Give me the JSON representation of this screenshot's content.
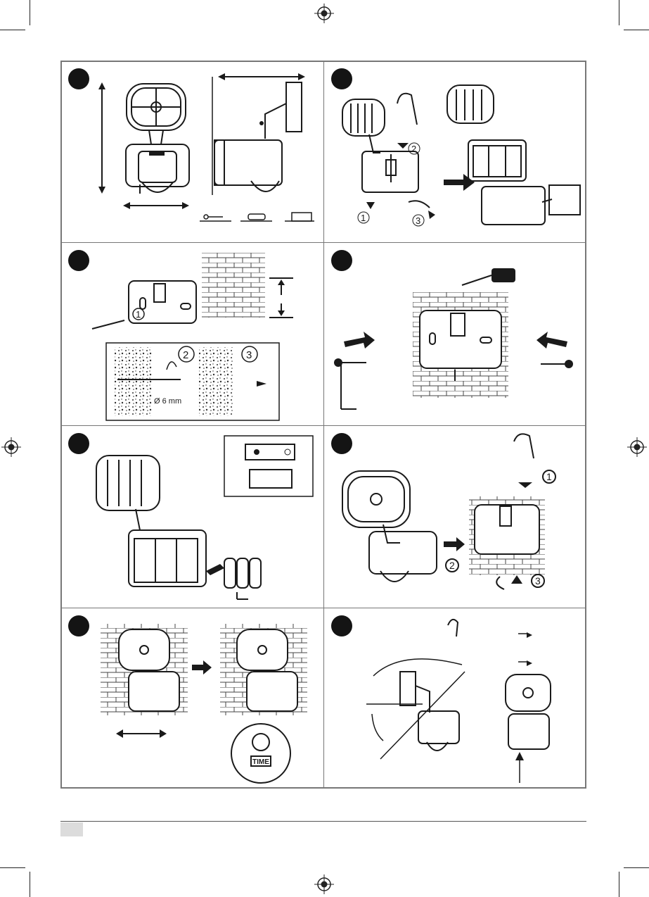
{
  "document": {
    "type": "installation-manual-illustration-page",
    "steps": [
      {
        "id": 1,
        "content": "dimensions",
        "parts": [
          "screw",
          "wall-plug",
          "template"
        ]
      },
      {
        "id": 2,
        "content": "remove-wall-bracket",
        "callouts": [
          "1",
          "2",
          "3"
        ]
      },
      {
        "id": 3,
        "content": "mark-and-drill",
        "callouts": [
          "1",
          "2",
          "3"
        ],
        "drill_label": "Ø 6 mm"
      },
      {
        "id": 4,
        "content": "screw-bracket-to-wall"
      },
      {
        "id": 5,
        "content": "insert-batteries"
      },
      {
        "id": 6,
        "content": "mount-lamp-on-bracket",
        "callouts": [
          "1",
          "2",
          "3"
        ]
      },
      {
        "id": 7,
        "content": "adjust-horizontal-and-time",
        "knob_label": "TIME"
      },
      {
        "id": 8,
        "content": "adjust-tilt-angle"
      }
    ]
  },
  "labels": {
    "c1": "1",
    "c2": "2",
    "c3": "3",
    "drill": "Ø 6 mm",
    "time": "TIME"
  },
  "colors": {
    "ink": "#1a1a1a",
    "frame": "#777777",
    "badge": "#141414",
    "footer_box": "#dcdcdc"
  }
}
